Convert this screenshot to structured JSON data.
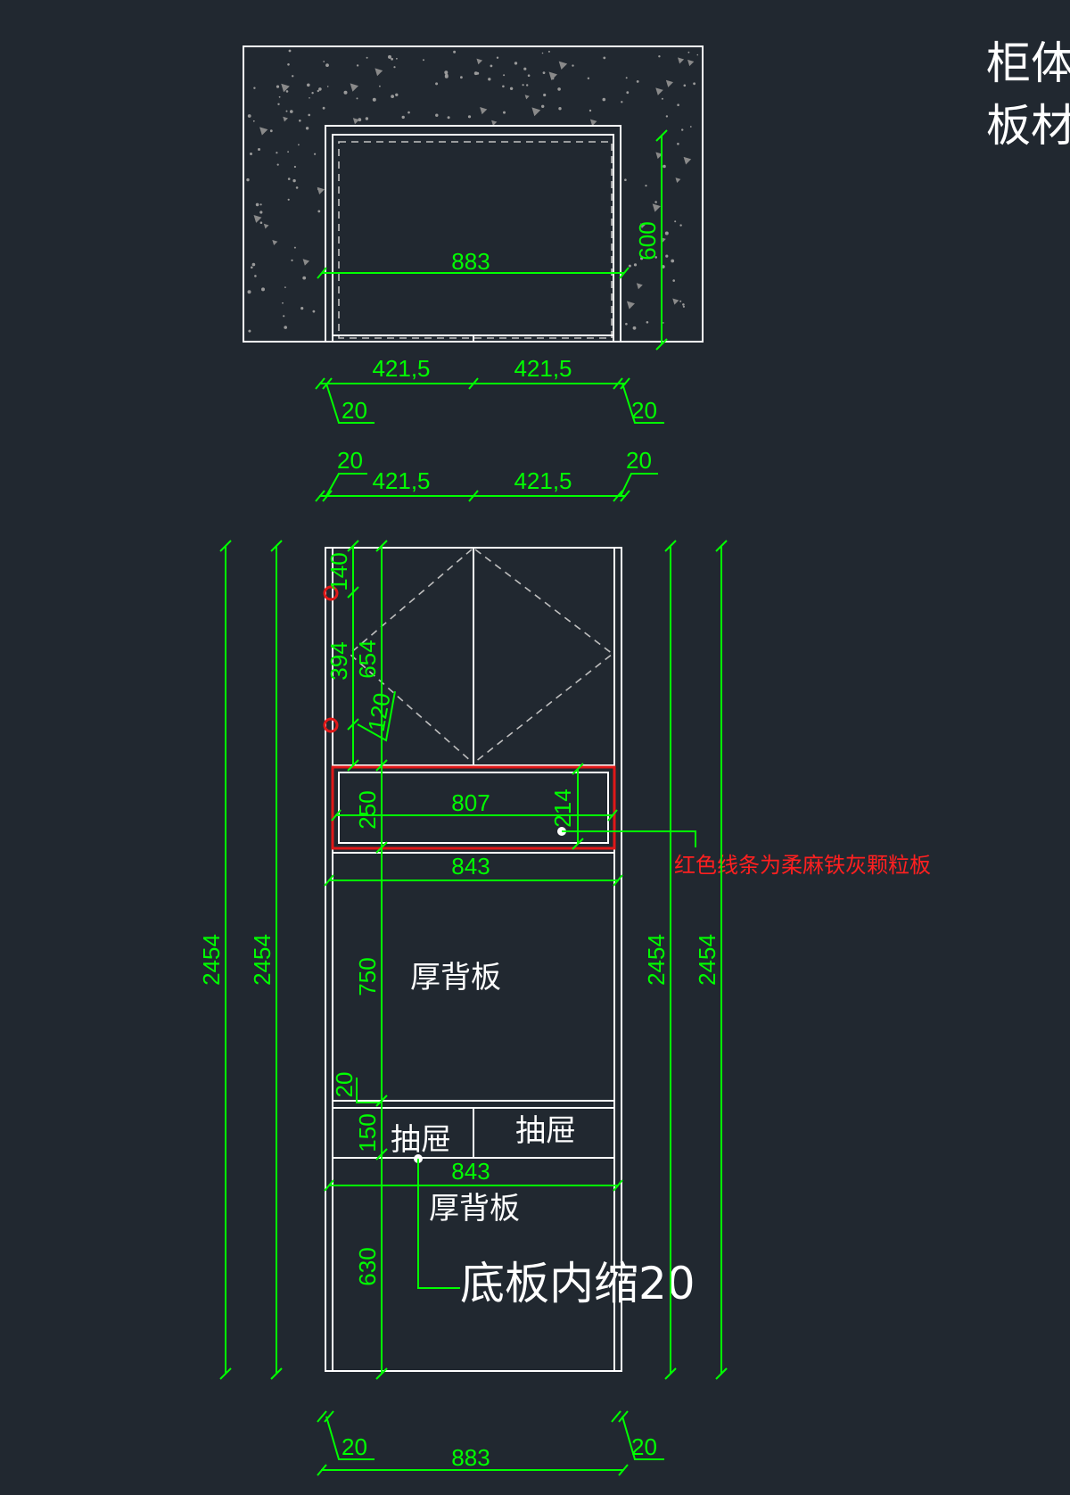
{
  "title_lines": [
    "柜体",
    "板材"
  ],
  "top_view": {
    "width_dim": "883",
    "depth_dim": "600",
    "half_dims": [
      "421,5",
      "421,5"
    ],
    "side_offsets": [
      "20",
      "20"
    ]
  },
  "front_view": {
    "top_half_dims": [
      "421,5",
      "421,5"
    ],
    "top_side_offsets": [
      "20",
      "20"
    ],
    "height_dims": [
      "2454",
      "2454",
      "2454",
      "2454"
    ],
    "vertical_dims": {
      "d140": "140",
      "d394": "394",
      "d654": "654",
      "d120": "120",
      "d250": "250",
      "d214": "214",
      "d750": "750",
      "d20": "20",
      "d150": "150",
      "d630": "630"
    },
    "shelf_inner_width": "807",
    "inner_width_upper": "843",
    "inner_width_lower": "843",
    "labels": {
      "thick_back_upper": "厚背板",
      "drawer_left": "抽屉",
      "drawer_right": "抽屉",
      "thick_back_lower": "厚背板",
      "bottom_inset": "底板内缩20"
    },
    "red_note": "红色线条为柔麻铁灰颗粒板",
    "bottom_width": "883",
    "bottom_side_offsets": [
      "20",
      "20"
    ]
  },
  "colors": {
    "background": "#212830",
    "dimension": "#00ff00",
    "outline": "#ffffff",
    "highlight": "#e01818"
  }
}
